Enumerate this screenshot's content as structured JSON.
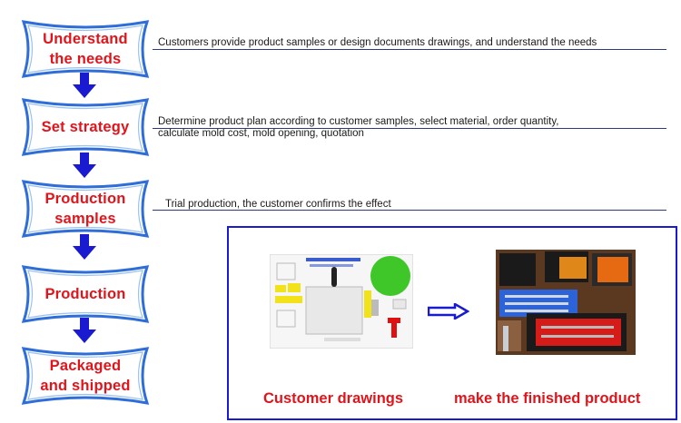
{
  "flow": {
    "steps": [
      {
        "label": "Understand\nthe needs",
        "description": "Customers provide product samples or design documents drawings, and understand the needs"
      },
      {
        "label": "Set strategy",
        "description": "Determine product plan according to customer samples, select material, order quantity,\ncalculate mold cost, mold opening, quotation"
      },
      {
        "label": "Production\nsamples",
        "description": "Trial production, the customer confirms the effect"
      },
      {
        "label": "Production",
        "description": ""
      },
      {
        "label": "Packaged\nand shipped",
        "description": ""
      }
    ]
  },
  "showcase": {
    "left_caption": "Customer drawings",
    "right_caption": "make the finished product"
  },
  "colors": {
    "label_red": "#e0141b",
    "frame_blue": "#1a1ad0",
    "arrow_blue": "#1a1ad0",
    "rule_navy": "#2d3a7c"
  }
}
